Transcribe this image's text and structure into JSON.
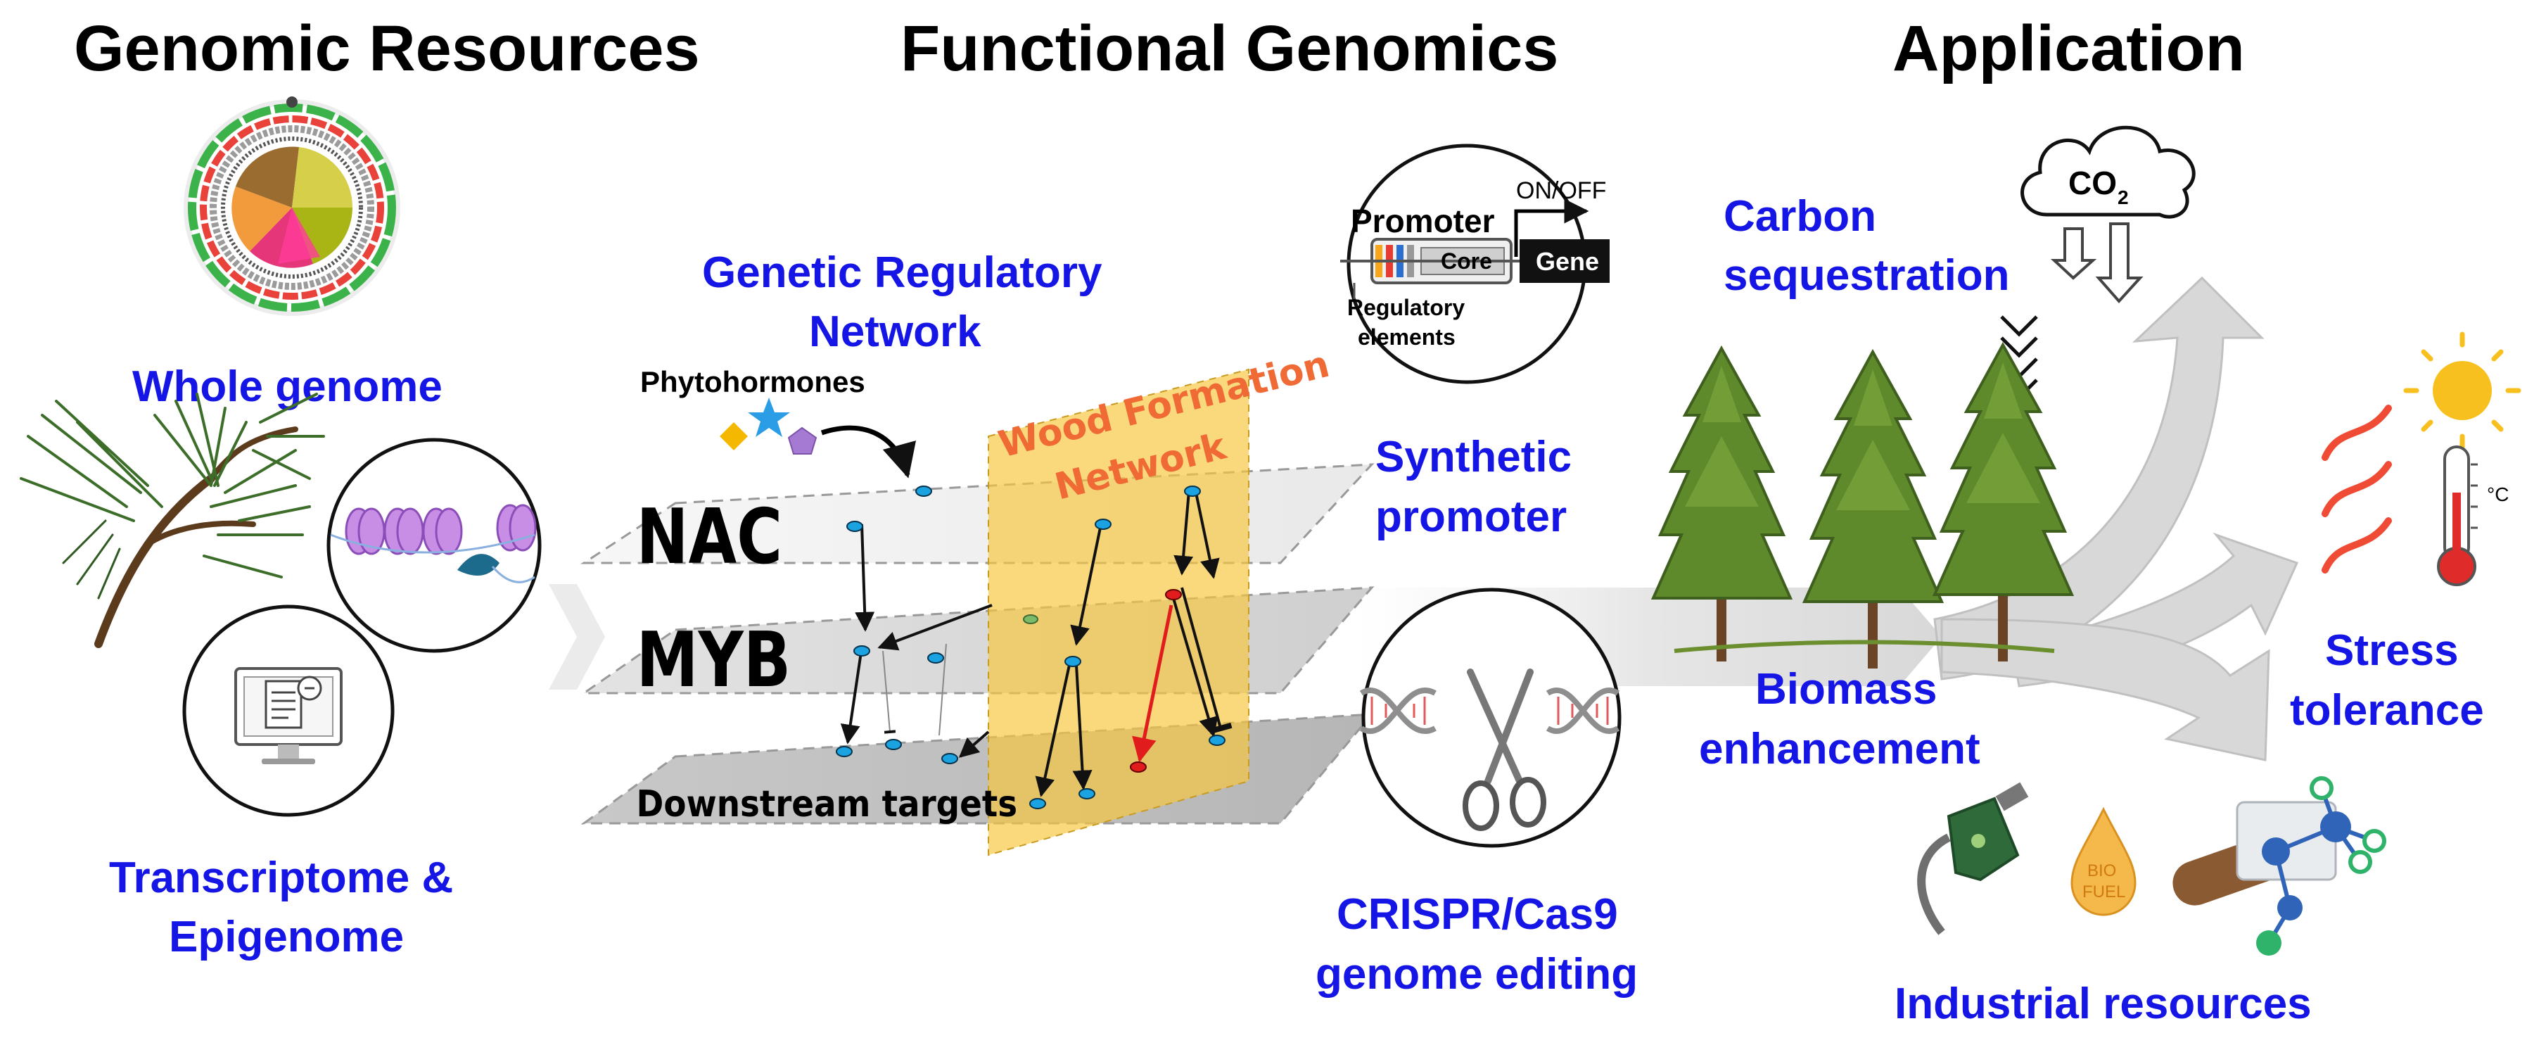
{
  "headers": {
    "genomic_resources": "Genomic Resources",
    "functional_genomics": "Functional Genomics",
    "application": "Application"
  },
  "left": {
    "whole_genome": "Whole genome",
    "transcriptome_line1": "Transcriptome &",
    "transcriptome_line2": "Epigenome"
  },
  "middle": {
    "grn_line1": "Genetic Regulatory",
    "grn_line2": "Network",
    "phytohormones": "Phytohormones",
    "layer_nac": "NAC",
    "layer_myb": "MYB",
    "layer_downstream": "Downstream targets",
    "wood_line1": "Wood Formation",
    "wood_line2": "Network"
  },
  "tools": {
    "promoter": "Promoter",
    "on_off": "ON/OFF",
    "core": "Core",
    "gene": "Gene",
    "regulatory_line1": "Regulatory",
    "regulatory_line2": "elements",
    "synthetic_line1": "Synthetic",
    "synthetic_line2": "promoter",
    "crispr_line1": "CRISPR/Cas9",
    "crispr_line2": "genome editing"
  },
  "application": {
    "co2": "CO",
    "co2_sub": "2",
    "carbon_line1": "Carbon",
    "carbon_line2": "sequestration",
    "biomass_line1": "Biomass",
    "biomass_line2": "enhancement",
    "stress_line1": "Stress",
    "stress_line2": "tolerance",
    "biofuel_line1": "BIO",
    "biofuel_line2": "FUEL",
    "celsius": "°C",
    "industrial": "Industrial resources"
  },
  "colors": {
    "label_blue": "#1515e6",
    "header_black": "#000000",
    "wood_band": "#f8c53e",
    "wood_text": "#f06a35",
    "arrow_gray": "#d8d8d8"
  },
  "icons": [
    "circos-genome-icon",
    "pine-branch-icon",
    "nucleosome-icon",
    "computer-monitor-icon",
    "phytohormone-icon",
    "promoter-construct-icon",
    "dna-scissors-icon",
    "co2-cloud-icon",
    "pine-tree-icon",
    "sun-icon",
    "thermometer-icon",
    "fuel-pump-icon",
    "biofuel-drop-icon",
    "molecule-icon",
    "capsule-icon"
  ]
}
